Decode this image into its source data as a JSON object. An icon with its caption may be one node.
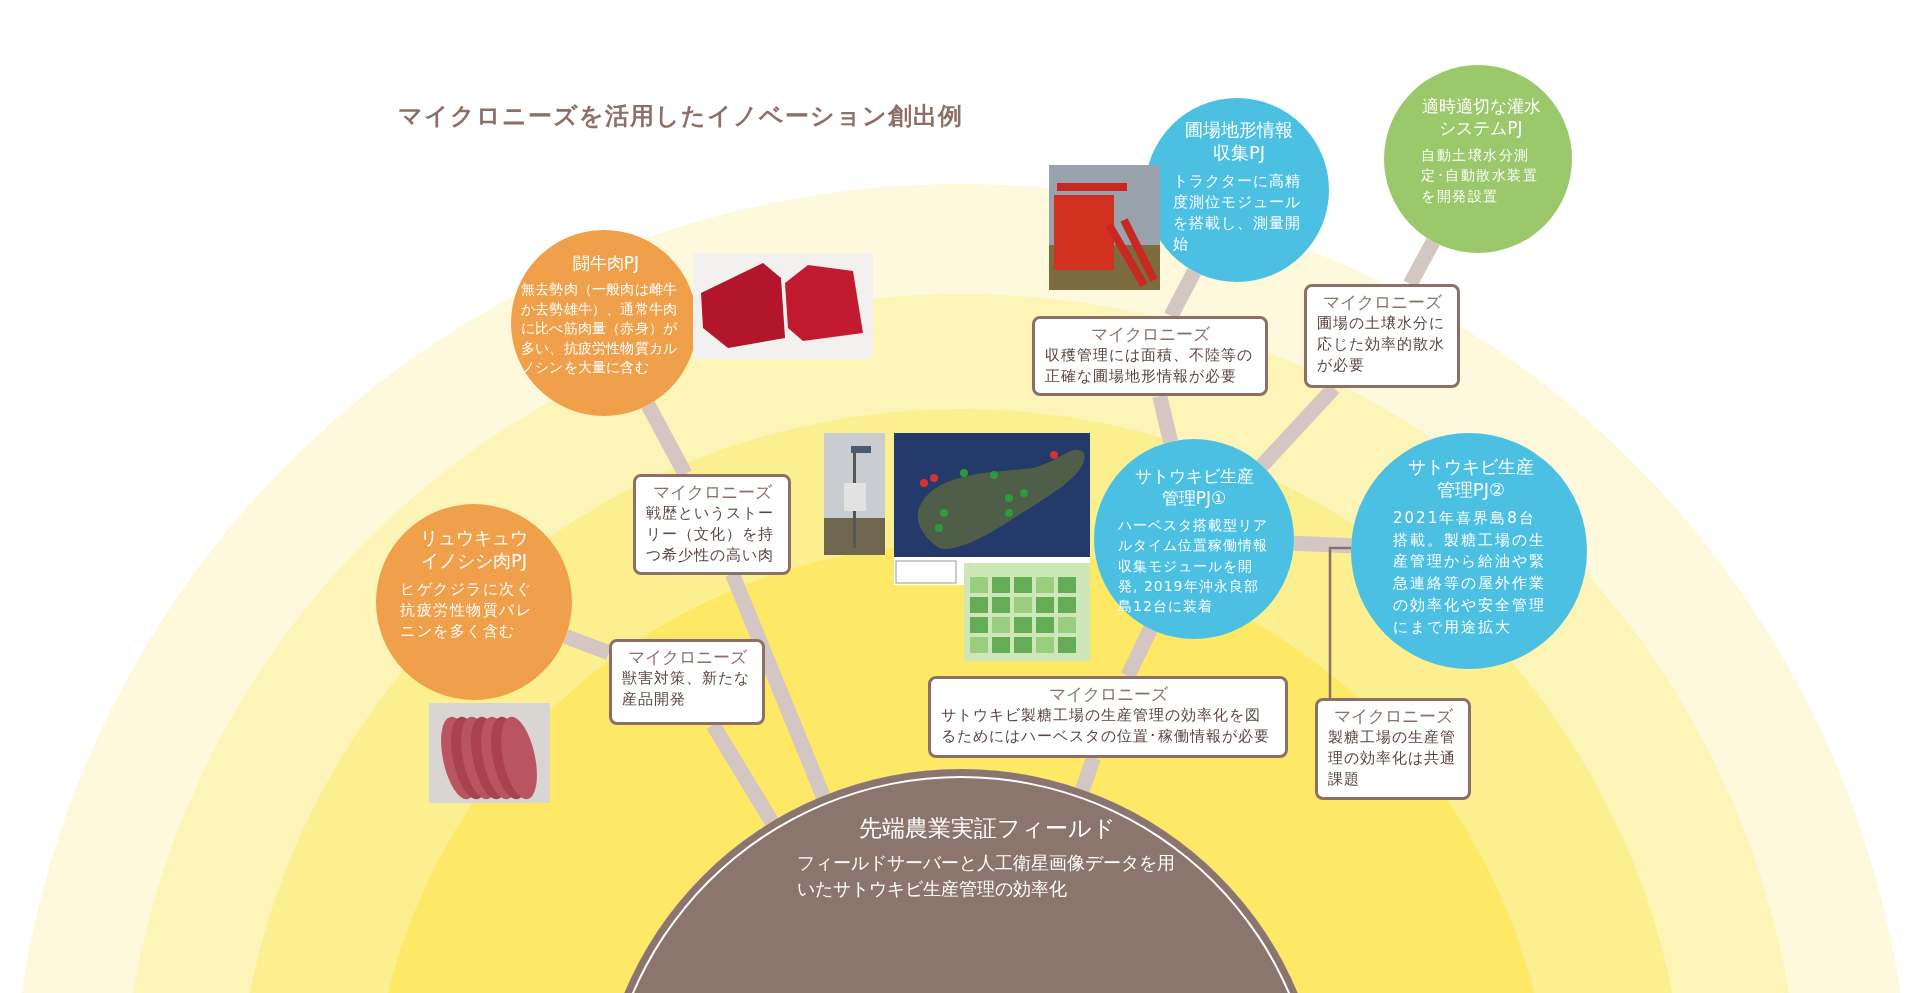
{
  "diagram": {
    "title": "マイクロニーズを活用したイノベーション創出例",
    "nodes": [
      {
        "text": [
          "先端農業実証フィールド",
          "フィールドサーバーと人工衛星画像データを用いたサトウキビ生産管理の効率化"
        ]
      },
      {
        "text": [
          "闘牛肉PJ",
          "無去勢肉（一般肉は雌牛か去勢雄牛）、通常牛肉に比べ筋肉量（赤身）が多い、抗疲労性物質カルノシンを大量に含む"
        ]
      },
      {
        "text": [
          "リュウキュウイノシシ肉PJ",
          "ヒゲクジラに次ぐ抗疲労性物質バレニンを多く含む"
        ]
      },
      {
        "text": [
          "圃場地形情報収集PJ",
          "トラクターに高精度測位モジュールを搭載し、測量開始"
        ]
      },
      {
        "text": [
          "適時適切な灌水システムPJ",
          "自動土壌水分測定･自動散水装置を開発設置"
        ]
      },
      {
        "text": [
          "サトウキビ生産管理PJ①",
          "ハーベスタ搭載型リアルタイム位置稼働情報収集モジュールを開発, 2019年沖永良部島12台に装着"
        ]
      },
      {
        "text": [
          "サトウキビ生産管理PJ②",
          "2021年喜界島8台搭載。製糖工場の生産管理から給油や緊急連絡等の屋外作業の効率化や安全管理にまで用途拡大"
        ]
      },
      {
        "text": [
          "マイクロニーズ",
          "戦歴というストーリー（文化）を持つ希少性の高い肉"
        ]
      },
      {
        "text": [
          "マイクロニーズ",
          "獣害対策、新たな産品開発"
        ]
      },
      {
        "text": [
          "マイクロニーズ",
          "収穫管理には面積、不陸等の正確な圃場地形情報が必要"
        ]
      },
      {
        "text": [
          "マイクロニーズ",
          "圃場の土壌水分に応じた効率的散水が必要"
        ]
      },
      {
        "text": [
          "マイクロニーズ",
          "サトウキビ製糖工場の生産管理の効率化を図るためにはハーベスタの位置･稼働情報が必要"
        ]
      },
      {
        "text": [
          "マイクロニーズ",
          "製糖工場の生産管理の効率化は共通課題"
        ]
      }
    ],
    "edges": [
      {
        "from": 0,
        "to": 7,
        "arrow": "none"
      },
      {
        "from": 7,
        "to": 1,
        "arrow": "none"
      },
      {
        "from": 0,
        "to": 8,
        "arrow": "none"
      },
      {
        "from": 8,
        "to": 2,
        "arrow": "none"
      },
      {
        "from": 0,
        "to": 11,
        "arrow": "none"
      },
      {
        "from": 11,
        "to": 5,
        "arrow": "none"
      },
      {
        "from": 5,
        "to": 9,
        "arrow": "none"
      },
      {
        "from": 9,
        "to": 3,
        "arrow": "none"
      },
      {
        "from": 5,
        "to": 10,
        "arrow": "none"
      },
      {
        "from": 10,
        "to": 4,
        "arrow": "none"
      },
      {
        "from": 5,
        "to": 6,
        "arrow": "none"
      },
      {
        "from": 12,
        "to": 6,
        "arrow": "none",
        "color": "#8c7068"
      }
    ]
  }
}
